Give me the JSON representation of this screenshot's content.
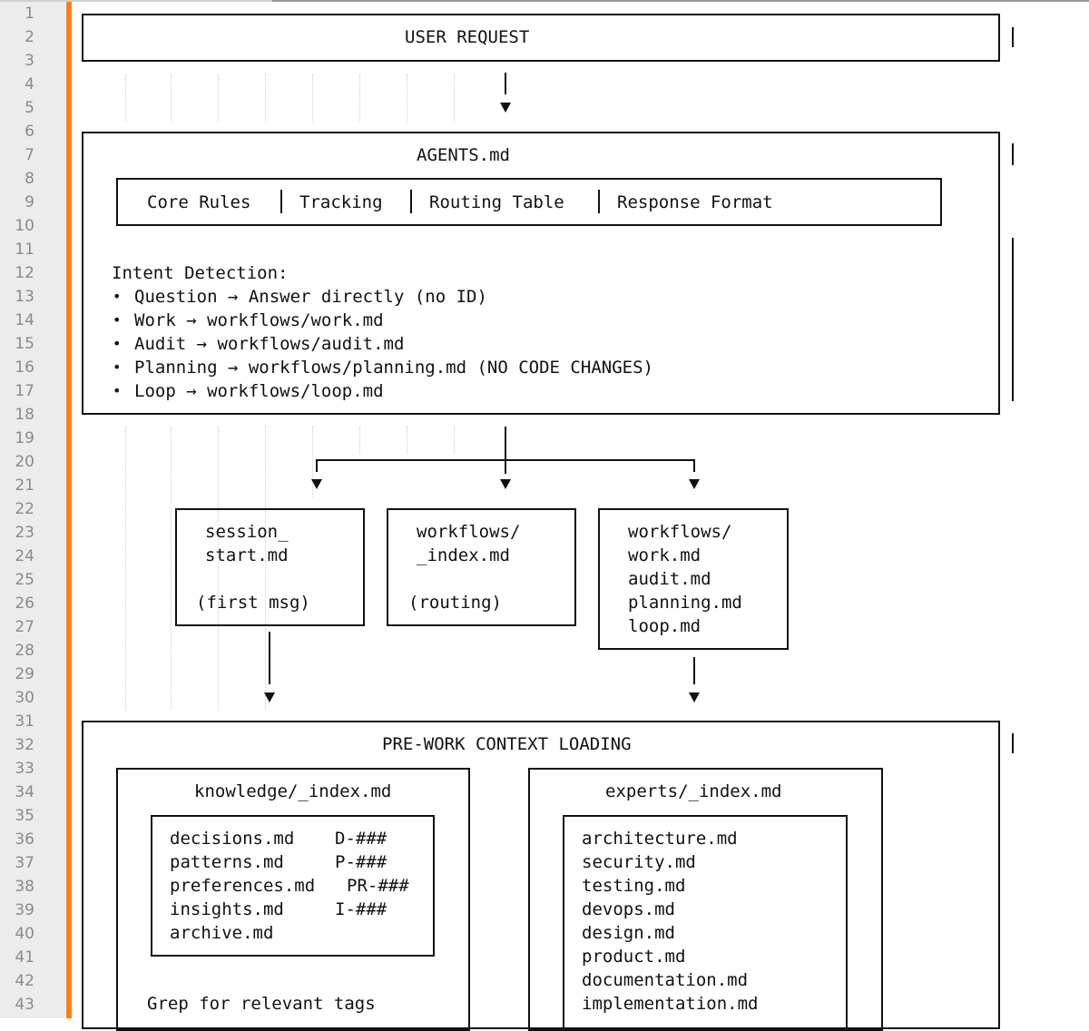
{
  "editor": {
    "line_numbers": [
      "1",
      "2",
      "3",
      "4",
      "5",
      "6",
      "7",
      "8",
      "9",
      "10",
      "11",
      "12",
      "13",
      "14",
      "15",
      "16",
      "17",
      "18",
      "19",
      "20",
      "21",
      "22",
      "23",
      "24",
      "25",
      "26",
      "27",
      "28",
      "29",
      "30",
      "31",
      "32",
      "33",
      "34",
      "35",
      "36",
      "37",
      "38",
      "39",
      "40",
      "41",
      "42",
      "43"
    ],
    "change_bar_color": "#ff7f1a"
  },
  "diagram": {
    "user_request": "USER REQUEST",
    "agents": {
      "title": "AGENTS.md",
      "sections": [
        "Core Rules",
        "Tracking",
        "Routing Table",
        "Response Format"
      ],
      "intent_title": "Intent Detection:",
      "intents": [
        "Question → Answer directly (no ID)",
        "Work → workflows/work.md",
        "Audit → workflows/audit.md",
        "Planning → workflows/planning.md (NO CODE CHANGES)",
        "Loop → workflows/loop.md"
      ]
    },
    "session_box": {
      "lines": [
        "session_",
        "start.md"
      ],
      "note": "(first msg)"
    },
    "routing_box": {
      "lines": [
        "workflows/",
        "_index.md"
      ],
      "note": "(routing)"
    },
    "workflows_box": {
      "lines": [
        "workflows/",
        "work.md",
        "audit.md",
        "planning.md",
        "loop.md"
      ]
    },
    "prework": {
      "title": "PRE-WORK CONTEXT LOADING",
      "knowledge": {
        "title": "knowledge/_index.md",
        "files": [
          {
            "name": "decisions.md",
            "tag": "D-###"
          },
          {
            "name": "patterns.md",
            "tag": "P-###"
          },
          {
            "name": "preferences.md",
            "tag": "PR-###"
          },
          {
            "name": "insights.md",
            "tag": "I-###"
          },
          {
            "name": "archive.md",
            "tag": ""
          }
        ],
        "note": "Grep for relevant tags"
      },
      "experts": {
        "title": "experts/_index.md",
        "files": [
          "architecture.md",
          "security.md",
          "testing.md",
          "devops.md",
          "design.md",
          "product.md",
          "documentation.md",
          "implementation.md"
        ]
      }
    }
  }
}
